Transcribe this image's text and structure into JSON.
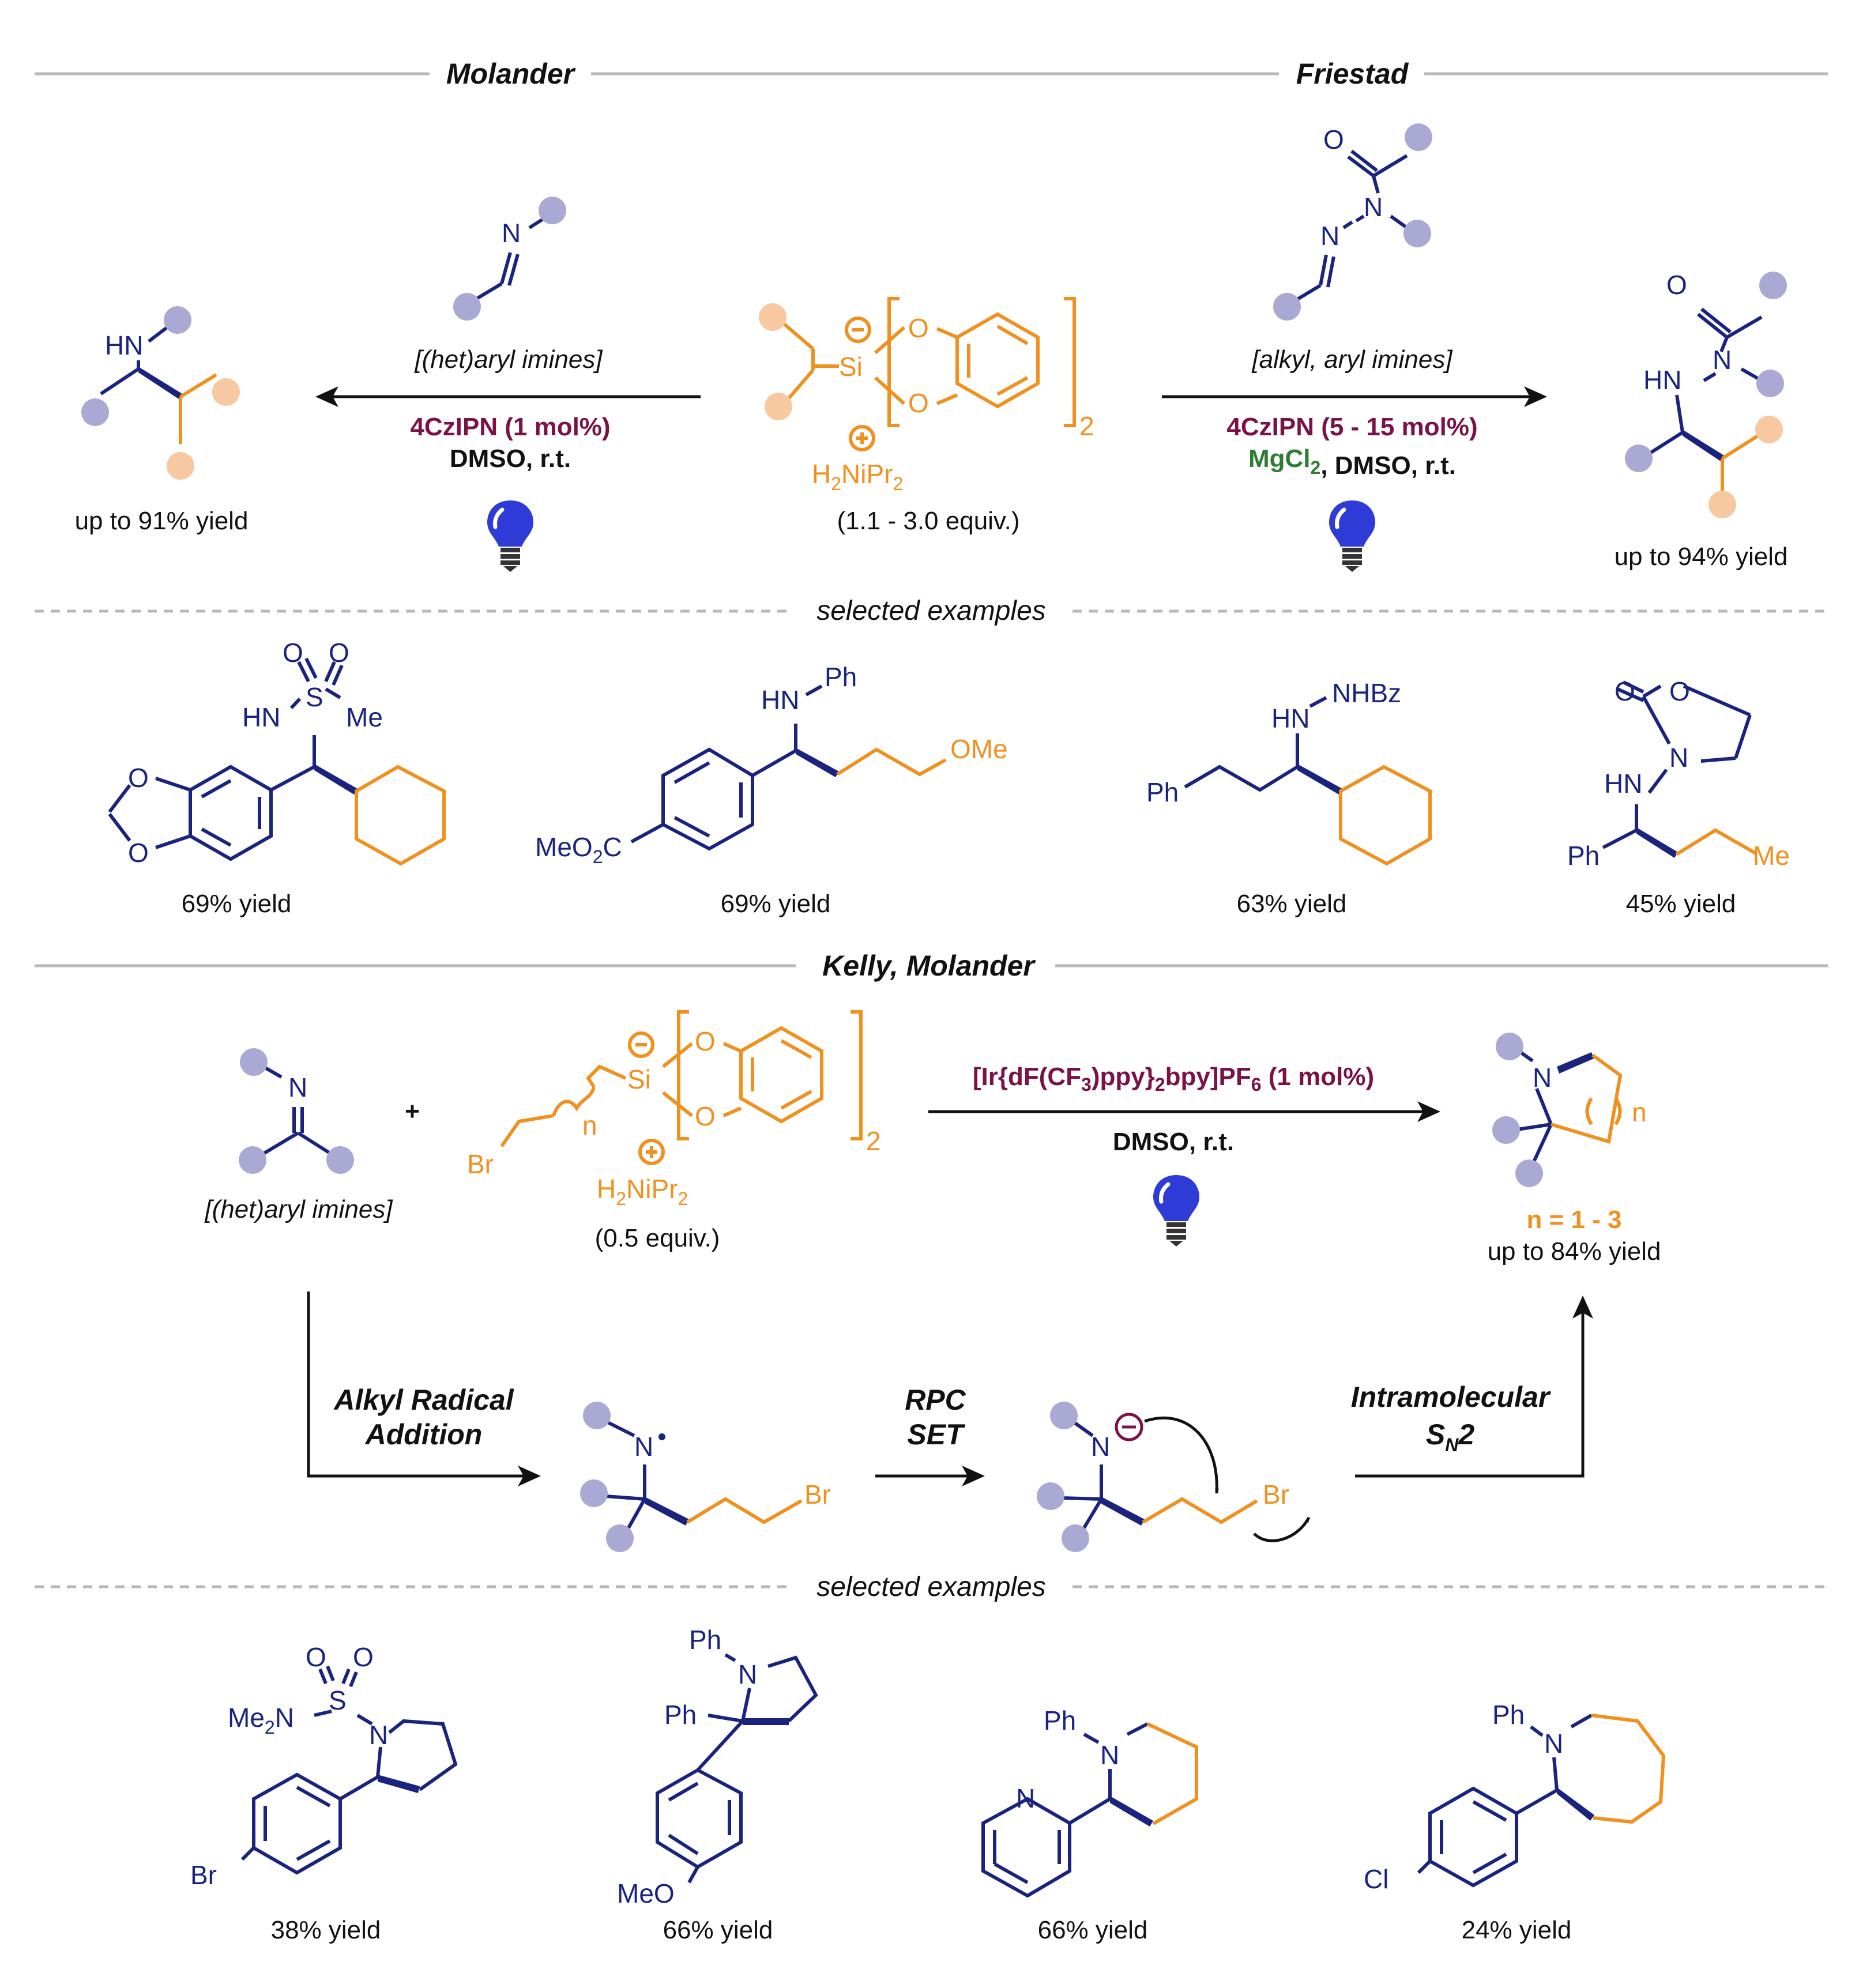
{
  "headers": {
    "molander": "Molander",
    "friestad": "Friestad",
    "kelly_molander": "Kelly, Molander",
    "selected_1": "selected examples",
    "selected_2": "selected examples"
  },
  "reaction_1": {
    "imine_class": "[(het)aryl imines]",
    "catalyst": "4CzIPN (1 mol%)",
    "conditions": "DMSO, r.t.",
    "yield": "up to 91% yield"
  },
  "reagent_silicate": {
    "amm": "H2NiPr2",
    "equiv": "(1.1 - 3.0 equiv.)"
  },
  "reaction_2": {
    "imine_class": "[alkyl, aryl imines]",
    "catalyst": "4CzIPN (5 - 15 mol%)",
    "additive": "MgCl2",
    "conditions": ", DMSO, r.t.",
    "yield": "up to 94% yield"
  },
  "examples_1": [
    {
      "yield": "69% yield"
    },
    {
      "yield": "69% yield"
    },
    {
      "yield": "63% yield"
    },
    {
      "yield": "45% yield"
    }
  ],
  "reaction_3": {
    "imine_class": "[(het)aryl imines]",
    "equiv": "(0.5 equiv.)",
    "catalyst": "[Ir{dF(CF3)ppy}2bpy]PF6 (1 mol%)",
    "conditions": "DMSO, r.t.",
    "n_range": "n = 1 - 3",
    "yield": "up to 84% yield"
  },
  "mechanism": {
    "step1_line1": "Alkyl Radical",
    "step1_line2": "Addition",
    "step2_line1": "RPC",
    "step2_line2": "SET",
    "step3_line1": "Intramolecular"
  },
  "examples_2": [
    {
      "yield": "38% yield"
    },
    {
      "yield": "66% yield"
    },
    {
      "yield": "66% yield"
    },
    {
      "yield": "24% yield"
    }
  ],
  "colors": {
    "molecule": "#1a237e",
    "reagent": "#f0901e",
    "catalyst": "#7a1147",
    "additive": "#2e7d32",
    "placeholder": "#a9a9d4",
    "placeholder_orange": "#f8c9a0",
    "bulb": "#2f3bd6"
  }
}
